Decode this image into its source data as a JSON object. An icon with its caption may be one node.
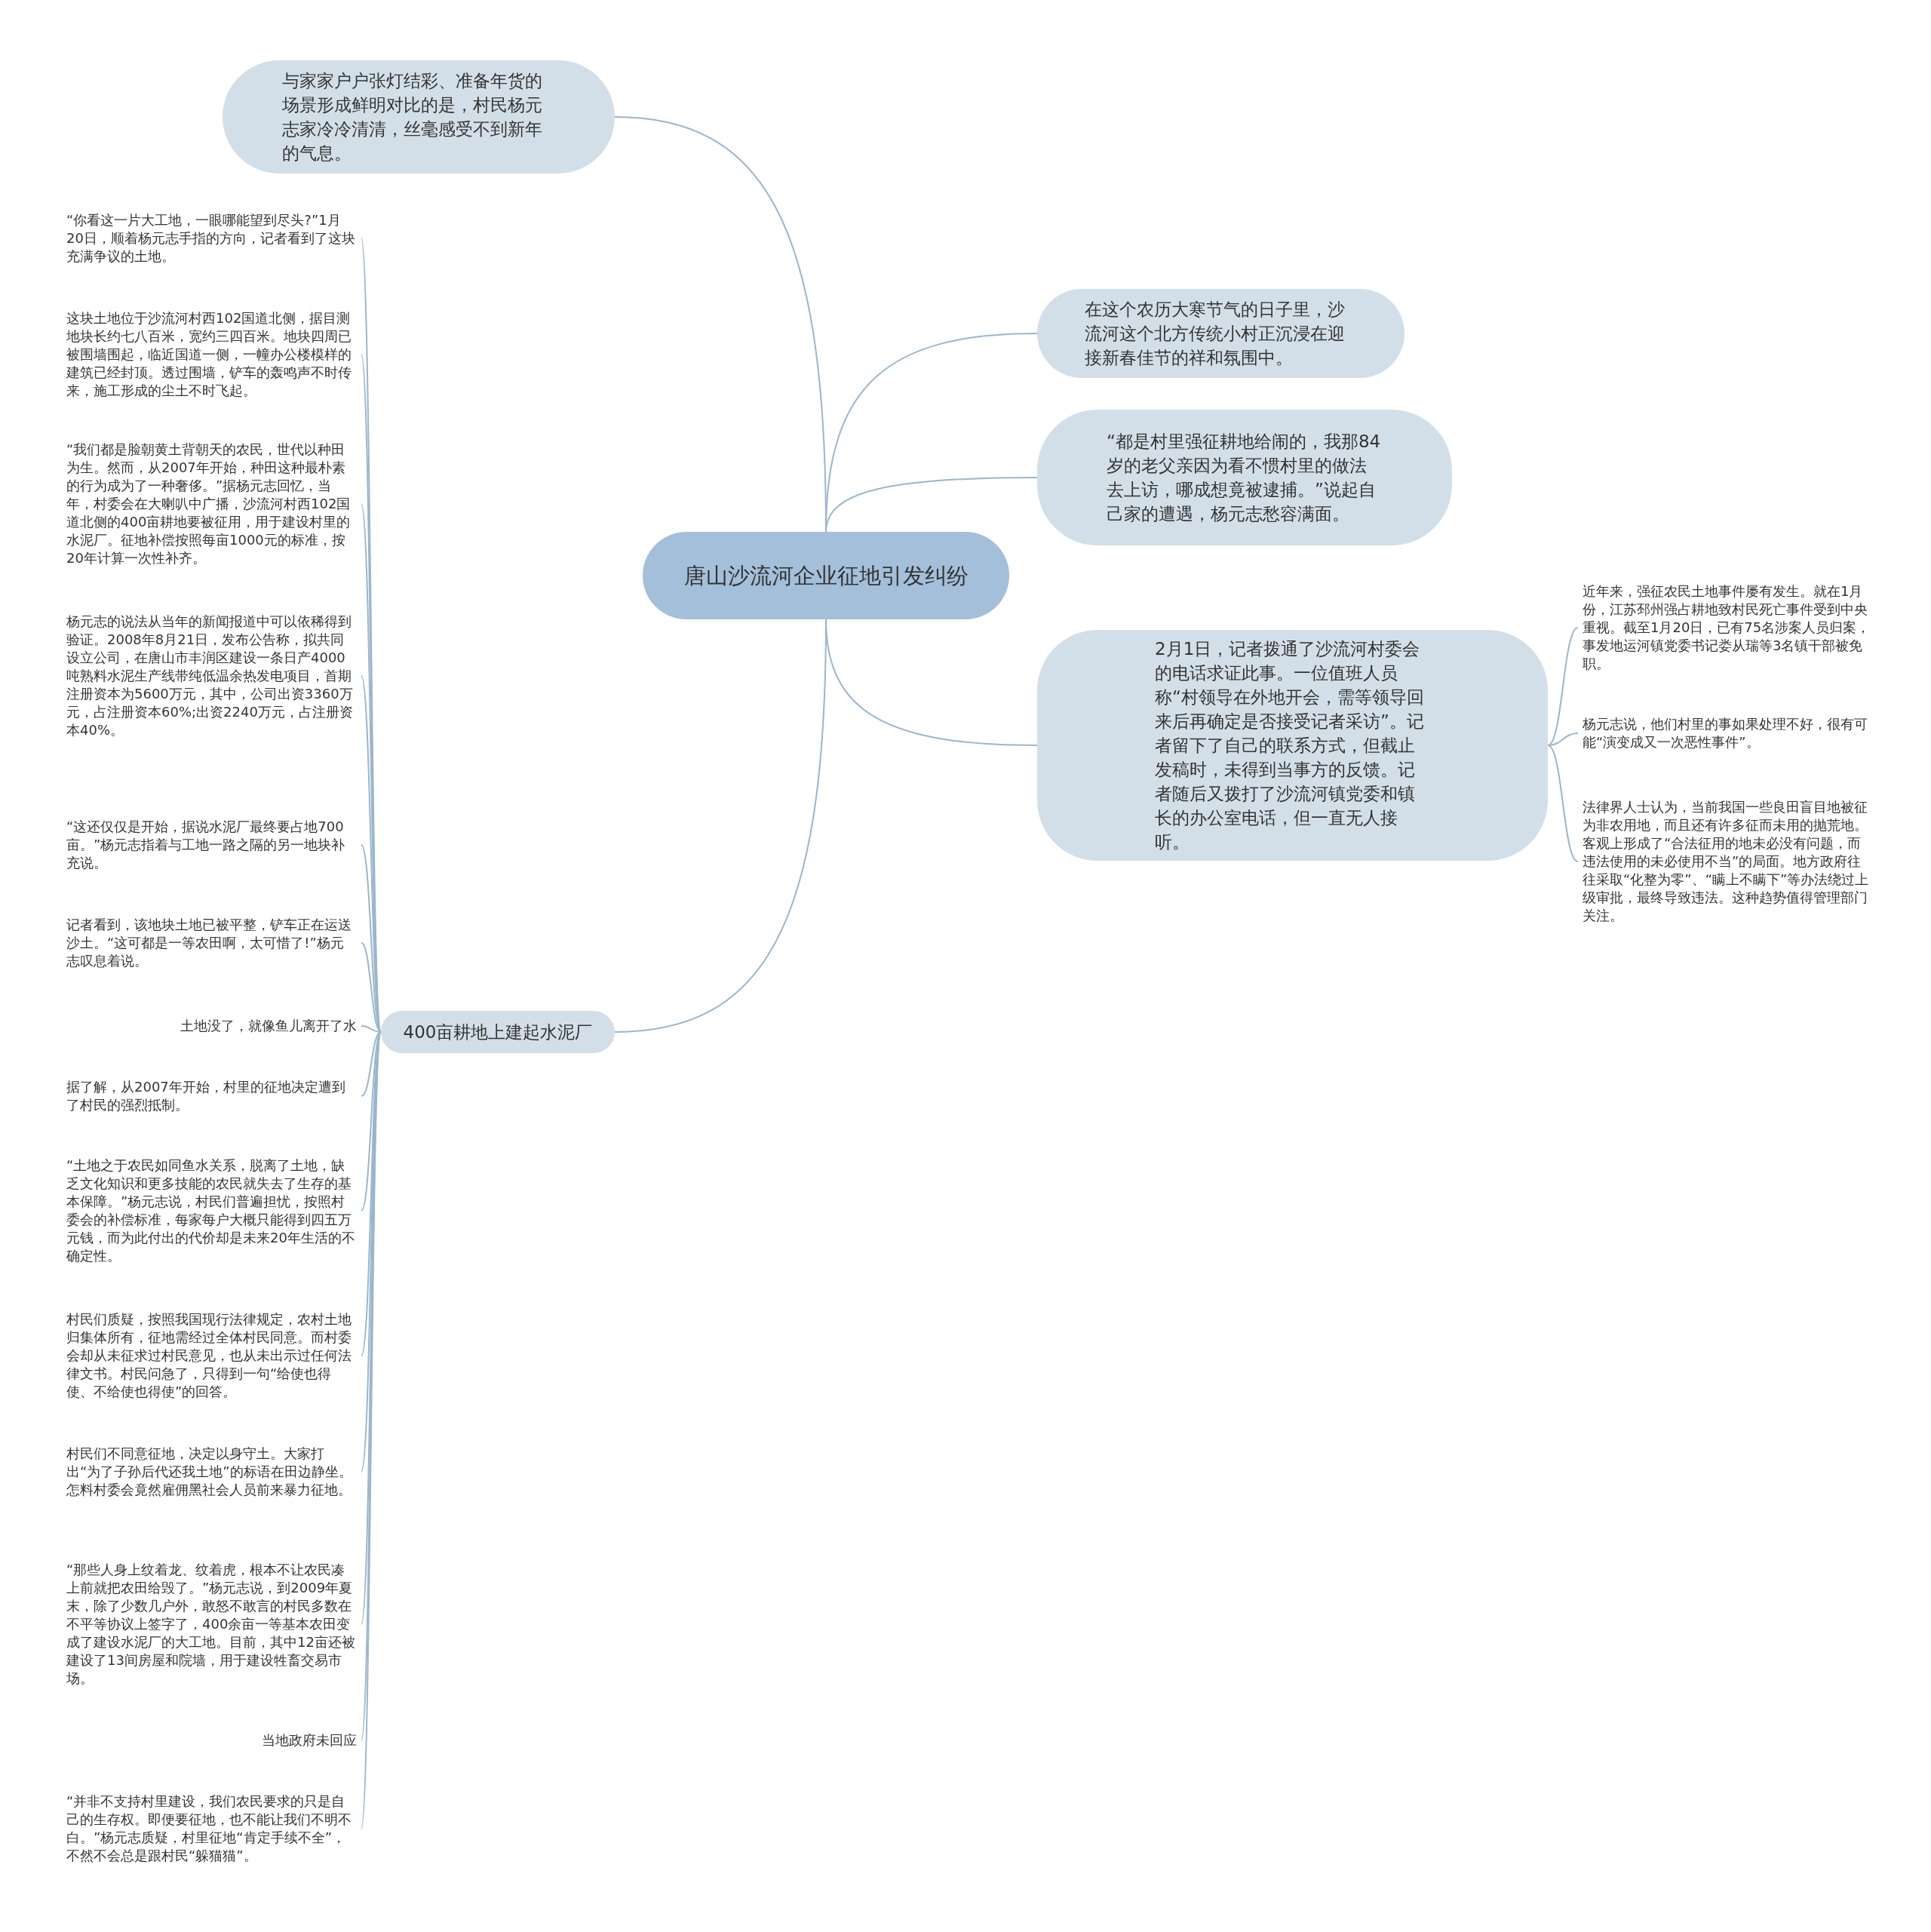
{
  "diagram": {
    "nodes": [
      {
        "text": [
          "唐山沙流河企业征地引发纠纷"
        ]
      },
      {
        "text": [
          "与家家户户张灯结彩、准备年货的场景形成鲜明对比的是，村民杨元志家冷冷清清，丝毫感受不到新年的气息。"
        ]
      },
      {
        "text": [
          "在这个农历大寒节气的日子里，沙流河这个北方传统小村正沉浸在迎接新春佳节的祥和氛围中。"
        ]
      },
      {
        "text": [
          "“都是村里强征耕地给闹的，我那84岁的老父亲因为看不惯村里的做法去上访，哪成想竟被逮捕。”说起自己家的遭遇，杨元志愁容满面。"
        ]
      },
      {
        "text": [
          "2月1日，记者拨通了沙流河村委会的电话求证此事。一位值班人员称“村领导在外地开会，需等领导回来后再确定是否接受记者采访”。记者留下了自己的联系方式，但截止发稿时，未得到当事方的反馈。记者随后又拨打了沙流河镇党委和镇长的办公室电话，但一直无人接听。"
        ]
      },
      {
        "text": [
          "400亩耕地上建起水泥厂"
        ]
      },
      {
        "text": [
          "“你看这一片大工地，一眼哪能望到尽头?”1月20日，顺着杨元志手指的方向，记者看到了这块充满争议的土地。"
        ]
      },
      {
        "text": [
          "这块土地位于沙流河村西102国道北侧，据目测地块长约七八百米，宽约三四百米。地块四周已被围墙围起，临近国道一侧，一幢办公楼模样的建筑已经封顶。透过围墙，铲车的轰鸣声不时传来，施工形成的尘土不时飞起。"
        ]
      },
      {
        "text": [
          "“我们都是脸朝黄土背朝天的农民，世代以种田为生。然而，从2007年开始，种田这种最朴素的行为成为了一种奢侈。”据杨元志回忆，当年，村委会在大喇叭中广播，沙流河村西102国道北侧的400亩耕地要被征用，用于建设村里的水泥厂。征地补偿按照每亩1000元的标准，按20年计算一次性补齐。"
        ]
      },
      {
        "text": [
          "杨元志的说法从当年的新闻报道中可以依稀得到验证。2008年8月21日，发布公告称，拟共同设立公司，在唐山市丰润区建设一条日产4000吨熟料水泥生产线带纯低温余热发电项目，首期注册资本为5600万元，其中，公司出资3360万元，占注册资本60%;出资2240万元，占注册资本40%。"
        ]
      },
      {
        "text": [
          "“这还仅仅是开始，据说水泥厂最终要占地700亩。”杨元志指着与工地一路之隔的另一地块补充说。"
        ]
      },
      {
        "text": [
          "记者看到，该地块土地已被平整，铲车正在运送沙土。“这可都是一等农田啊，太可惜了!”杨元志叹息着说。"
        ]
      },
      {
        "text": [
          "土地没了，就像鱼儿离开了水"
        ]
      },
      {
        "text": [
          "据了解，从2007年开始，村里的征地决定遭到了村民的强烈抵制。"
        ]
      },
      {
        "text": [
          "“土地之于农民如同鱼水关系，脱离了土地，缺乏文化知识和更多技能的农民就失去了生存的基本保障。”杨元志说，村民们普遍担忧，按照村委会的补偿标准，每家每户大概只能得到四五万元钱，而为此付出的代价却是未来20年生活的不确定性。"
        ]
      },
      {
        "text": [
          "村民们质疑，按照我国现行法律规定，农村土地归集体所有，征地需经过全体村民同意。而村委会却从未征求过村民意见，也从未出示过任何法律文书。村民问急了，只得到一句“给使也得使、不给使也得使”的回答。"
        ]
      },
      {
        "text": [
          "村民们不同意征地，决定以身守土。大家打出“为了子孙后代还我土地”的标语在田边静坐。怎料村委会竟然雇佣黑社会人员前来暴力征地。"
        ]
      },
      {
        "text": [
          "“那些人身上纹着龙、纹着虎，根本不让农民凑上前就把农田给毁了。”杨元志说，到2009年夏末，除了少数几户外，敢怒不敢言的村民多数在不平等协议上签字了，400余亩一等基本农田变成了建设水泥厂的大工地。目前，其中12亩还被建设了13间房屋和院墙，用于建设牲畜交易市场。"
        ]
      },
      {
        "text": [
          "当地政府未回应"
        ]
      },
      {
        "text": [
          "“并非不支持村里建设，我们农民要求的只是自己的生存权。即便要征地，也不能让我们不明不白。”杨元志质疑，村里征地“肯定手续不全”，不然不会总是跟村民“躲猫猫”。"
        ]
      },
      {
        "text": [
          "近年来，强征农民土地事件屡有发生。就在1月份，江苏邳州强占耕地致村民死亡事件受到中央重视。截至1月20日，已有75名涉案人员归案，事发地运河镇党委书记娄从瑞等3名镇干部被免职。"
        ]
      },
      {
        "text": [
          "杨元志说，他们村里的事如果处理不好，很有可能“演变成又一次恶性事件”。"
        ]
      },
      {
        "text": [
          "法律界人士认为，当前我国一些良田盲目地被征为非农用地，而且还有许多征而未用的抛荒地。客观上形成了“合法征用的地未必没有问题，而违法使用的未必使用不当”的局面。地方政府往往采取“化整为零”、“瞒上不瞒下”等办法绕过上级审批，最终导致违法。这种趋势值得管理部门关注。"
        ]
      }
    ],
    "edges": [
      {
        "from": 0,
        "to": 1,
        "arrow": "none"
      },
      {
        "from": 0,
        "to": 2,
        "arrow": "none"
      },
      {
        "from": 0,
        "to": 3,
        "arrow": "none"
      },
      {
        "from": 0,
        "to": 4,
        "arrow": "none"
      },
      {
        "from": 0,
        "to": 5,
        "arrow": "none"
      },
      {
        "from": 5,
        "to": 6,
        "arrow": "none"
      },
      {
        "from": 5,
        "to": 7,
        "arrow": "none"
      },
      {
        "from": 5,
        "to": 8,
        "arrow": "none"
      },
      {
        "from": 5,
        "to": 9,
        "arrow": "none"
      },
      {
        "from": 5,
        "to": 10,
        "arrow": "none"
      },
      {
        "from": 5,
        "to": 11,
        "arrow": "none"
      },
      {
        "from": 5,
        "to": 12,
        "arrow": "none"
      },
      {
        "from": 5,
        "to": 13,
        "arrow": "none"
      },
      {
        "from": 5,
        "to": 14,
        "arrow": "none"
      },
      {
        "from": 5,
        "to": 15,
        "arrow": "none"
      },
      {
        "from": 5,
        "to": 16,
        "arrow": "none"
      },
      {
        "from": 5,
        "to": 17,
        "arrow": "none"
      },
      {
        "from": 5,
        "to": 18,
        "arrow": "none"
      },
      {
        "from": 5,
        "to": 19,
        "arrow": "none"
      },
      {
        "from": 4,
        "to": 20,
        "arrow": "none"
      },
      {
        "from": 4,
        "to": 21,
        "arrow": "none"
      },
      {
        "from": 4,
        "to": 22,
        "arrow": "none"
      }
    ]
  }
}
